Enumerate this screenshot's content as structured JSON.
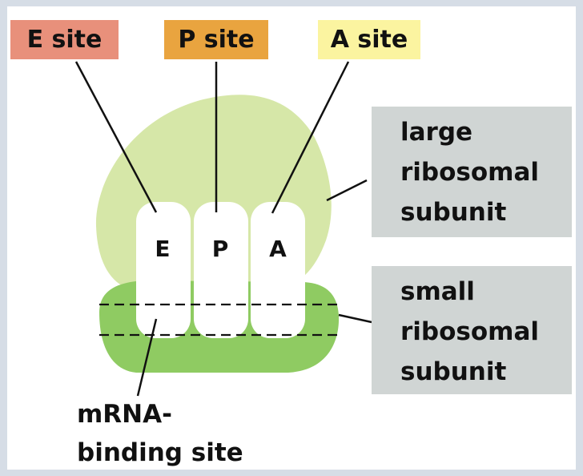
{
  "colors": {
    "background": "#d6dde6",
    "e_site": "#e8907b",
    "p_site": "#e9a43f",
    "a_site": "#fbf4a0",
    "large_subunit": "#d6e7a8",
    "small_subunit": "#8fcb62",
    "subunit_box": "#d0d5d4"
  },
  "sites": {
    "e": "E site",
    "p": "P site",
    "a": "A site"
  },
  "slots": [
    "E",
    "P",
    "A"
  ],
  "large_subunit": {
    "line1": "large",
    "line2": "ribosomal",
    "line3": "subunit"
  },
  "small_subunit": {
    "line1": "small",
    "line2": "ribosomal",
    "line3": "subunit"
  },
  "mrna": {
    "line1": "mRNA-",
    "line2": "binding site"
  }
}
